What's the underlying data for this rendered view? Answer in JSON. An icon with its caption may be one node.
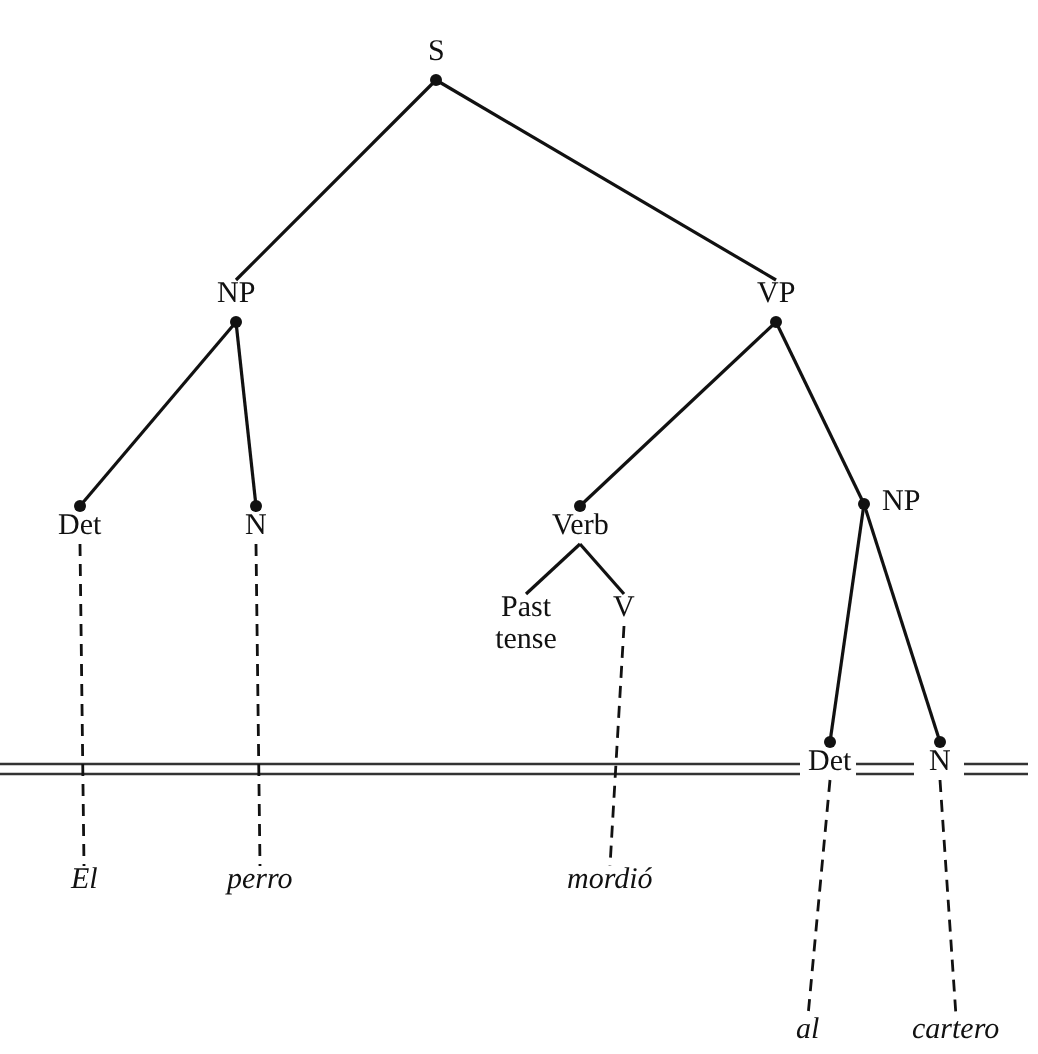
{
  "diagram": {
    "nodes": [
      {
        "text": [
          "S"
        ]
      },
      {
        "text": [
          "NP"
        ]
      },
      {
        "text": [
          "VP"
        ]
      },
      {
        "text": [
          "Det"
        ]
      },
      {
        "text": [
          "N"
        ]
      },
      {
        "text": [
          "Verb"
        ]
      },
      {
        "text": [
          "NP"
        ]
      },
      {
        "text": [
          "Past tense"
        ]
      },
      {
        "text": [
          "V"
        ]
      },
      {
        "text": [
          "Det"
        ]
      },
      {
        "text": [
          "N"
        ]
      },
      {
        "text": [
          "El"
        ]
      },
      {
        "text": [
          "perro"
        ]
      },
      {
        "text": [
          "mordió"
        ]
      },
      {
        "text": [
          "al"
        ]
      },
      {
        "text": [
          "cartero"
        ]
      }
    ],
    "edges": [
      {
        "from": 0,
        "to": 1,
        "arrow": "none"
      },
      {
        "from": 0,
        "to": 2,
        "arrow": "none"
      },
      {
        "from": 1,
        "to": 3,
        "arrow": "none"
      },
      {
        "from": 1,
        "to": 4,
        "arrow": "none"
      },
      {
        "from": 2,
        "to": 5,
        "arrow": "none"
      },
      {
        "from": 2,
        "to": 6,
        "arrow": "none"
      },
      {
        "from": 5,
        "to": 7,
        "arrow": "none"
      },
      {
        "from": 5,
        "to": 8,
        "arrow": "none"
      },
      {
        "from": 6,
        "to": 9,
        "arrow": "none"
      },
      {
        "from": 6,
        "to": 10,
        "arrow": "none"
      },
      {
        "from": 3,
        "to": 11,
        "arrow": "none",
        "style": "dashed"
      },
      {
        "from": 4,
        "to": 12,
        "arrow": "none",
        "style": "dashed"
      },
      {
        "from": 8,
        "to": 13,
        "arrow": "none",
        "style": "dashed"
      },
      {
        "from": 9,
        "to": 14,
        "arrow": "none",
        "style": "dashed"
      },
      {
        "from": 10,
        "to": 15,
        "arrow": "none",
        "style": "dashed"
      }
    ]
  }
}
